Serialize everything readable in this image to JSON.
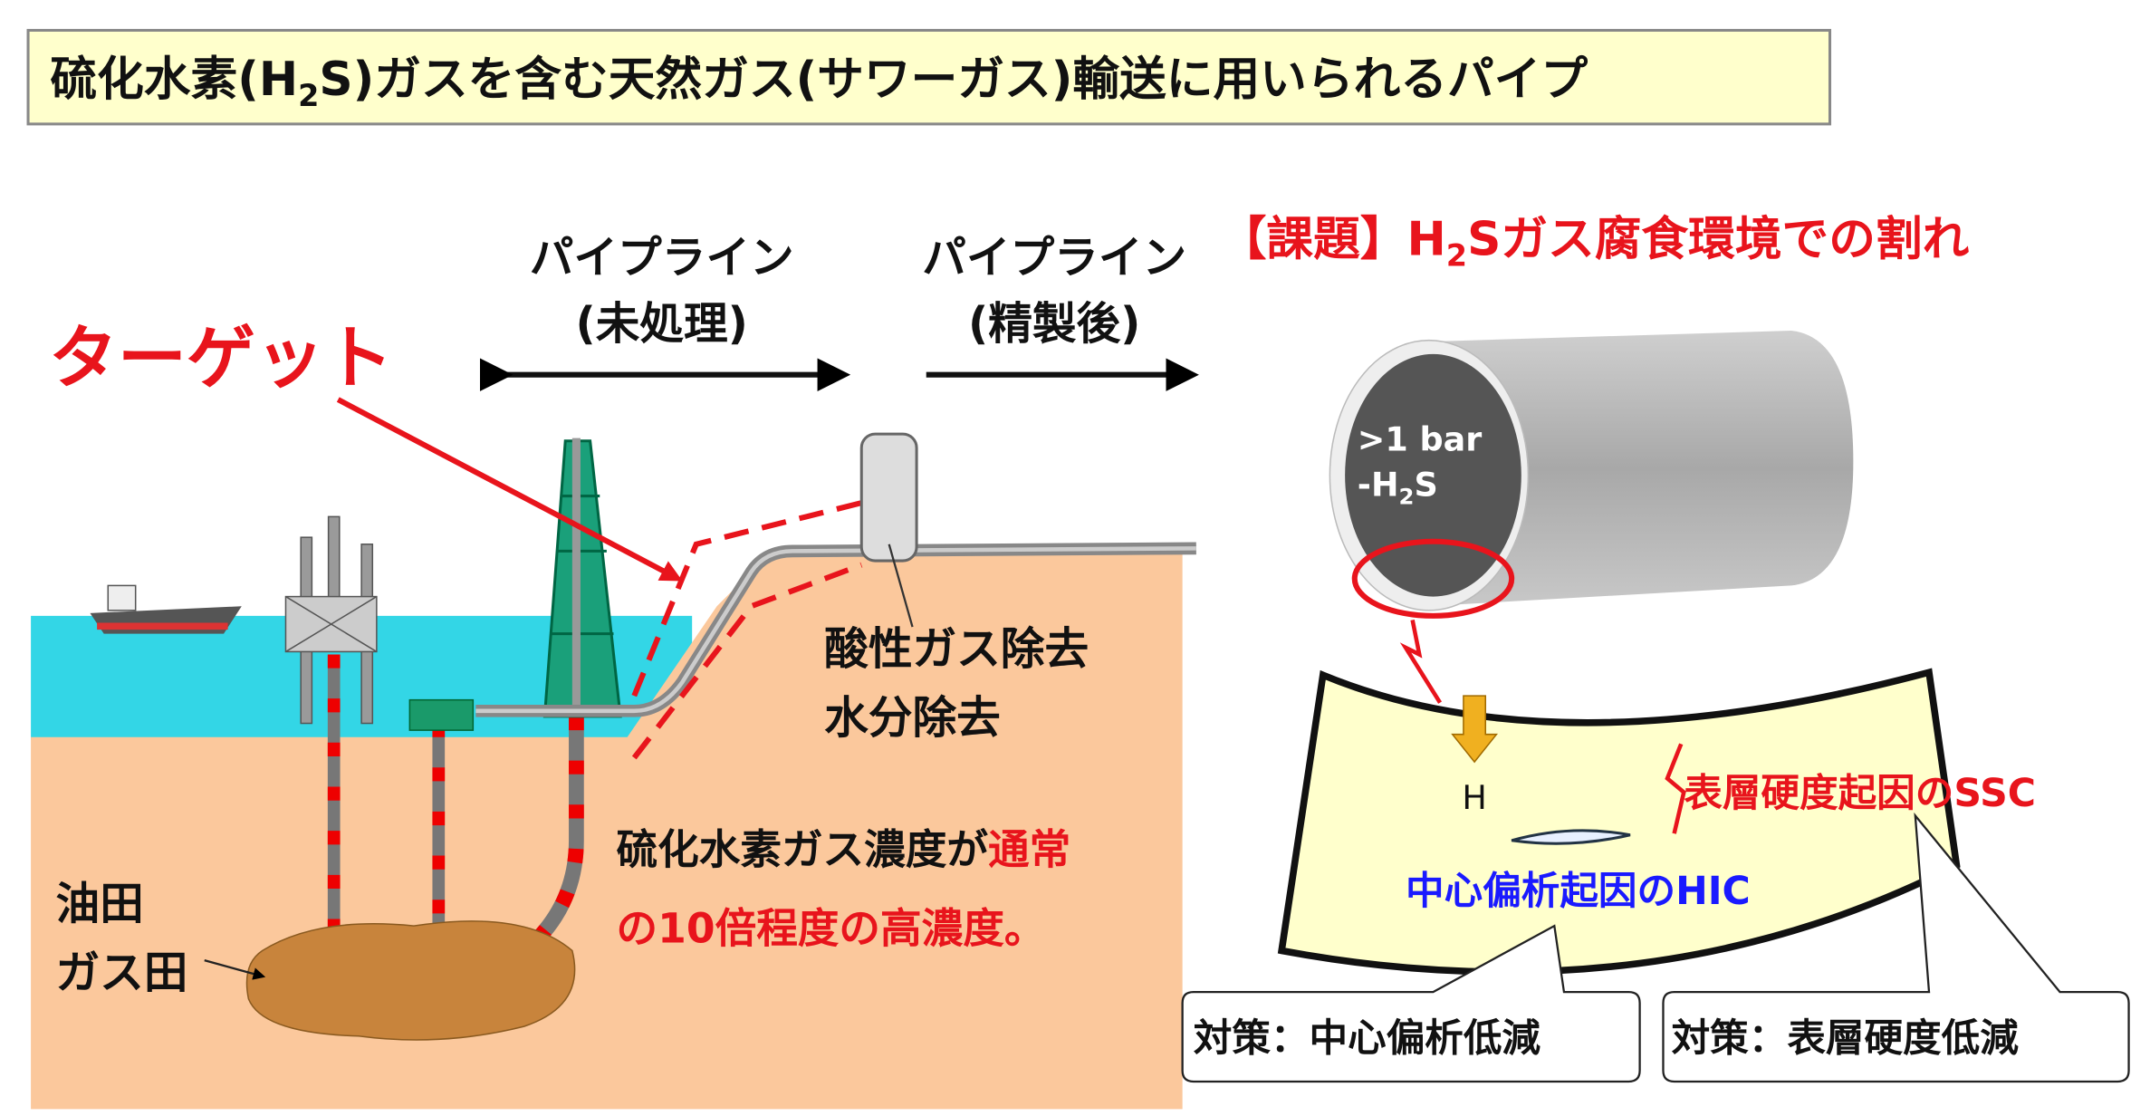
{
  "title": {
    "pre": "硫化水素(H",
    "sub": "2",
    "post": "S)ガスを含む天然ガス(サワーガス)輸送に用いられるパイプ"
  },
  "left": {
    "target_label": "ターゲット",
    "pipeline_untreated": {
      "line1": "パイプライン",
      "line2": "(未処理)"
    },
    "pipeline_refined": {
      "line1": "パイプライン",
      "line2": "(精製後)"
    },
    "treatment": {
      "line1": "酸性ガス除去",
      "line2": "水分除去"
    },
    "concentration": {
      "line1_black": "硫化水素ガス濃度が",
      "line1_red": "通常",
      "line2": "の10倍程度の高濃度。"
    },
    "field": {
      "line1": "油田",
      "line2": "ガス田"
    }
  },
  "right": {
    "issue": {
      "pre": "【課題】H",
      "sub": "2",
      "post": "Sガス腐食環境での割れ"
    },
    "pipe_label": {
      "line1": ">1 bar",
      "line2_pre": "-H",
      "line2_sub": "2",
      "line2_post": "S"
    },
    "hydrogen": "H",
    "ssc": "表層硬度起因のSSC",
    "hic": "中心偏析起因のHIC",
    "measure_center": "対策：中心偏析低減",
    "measure_surface": "対策：表層硬度低減"
  },
  "colors": {
    "red": "#e8141c",
    "blue": "#1a1aff",
    "sea": "#33d6e6",
    "ground": "#fbc89c",
    "title_bg": "#ffffcc"
  }
}
